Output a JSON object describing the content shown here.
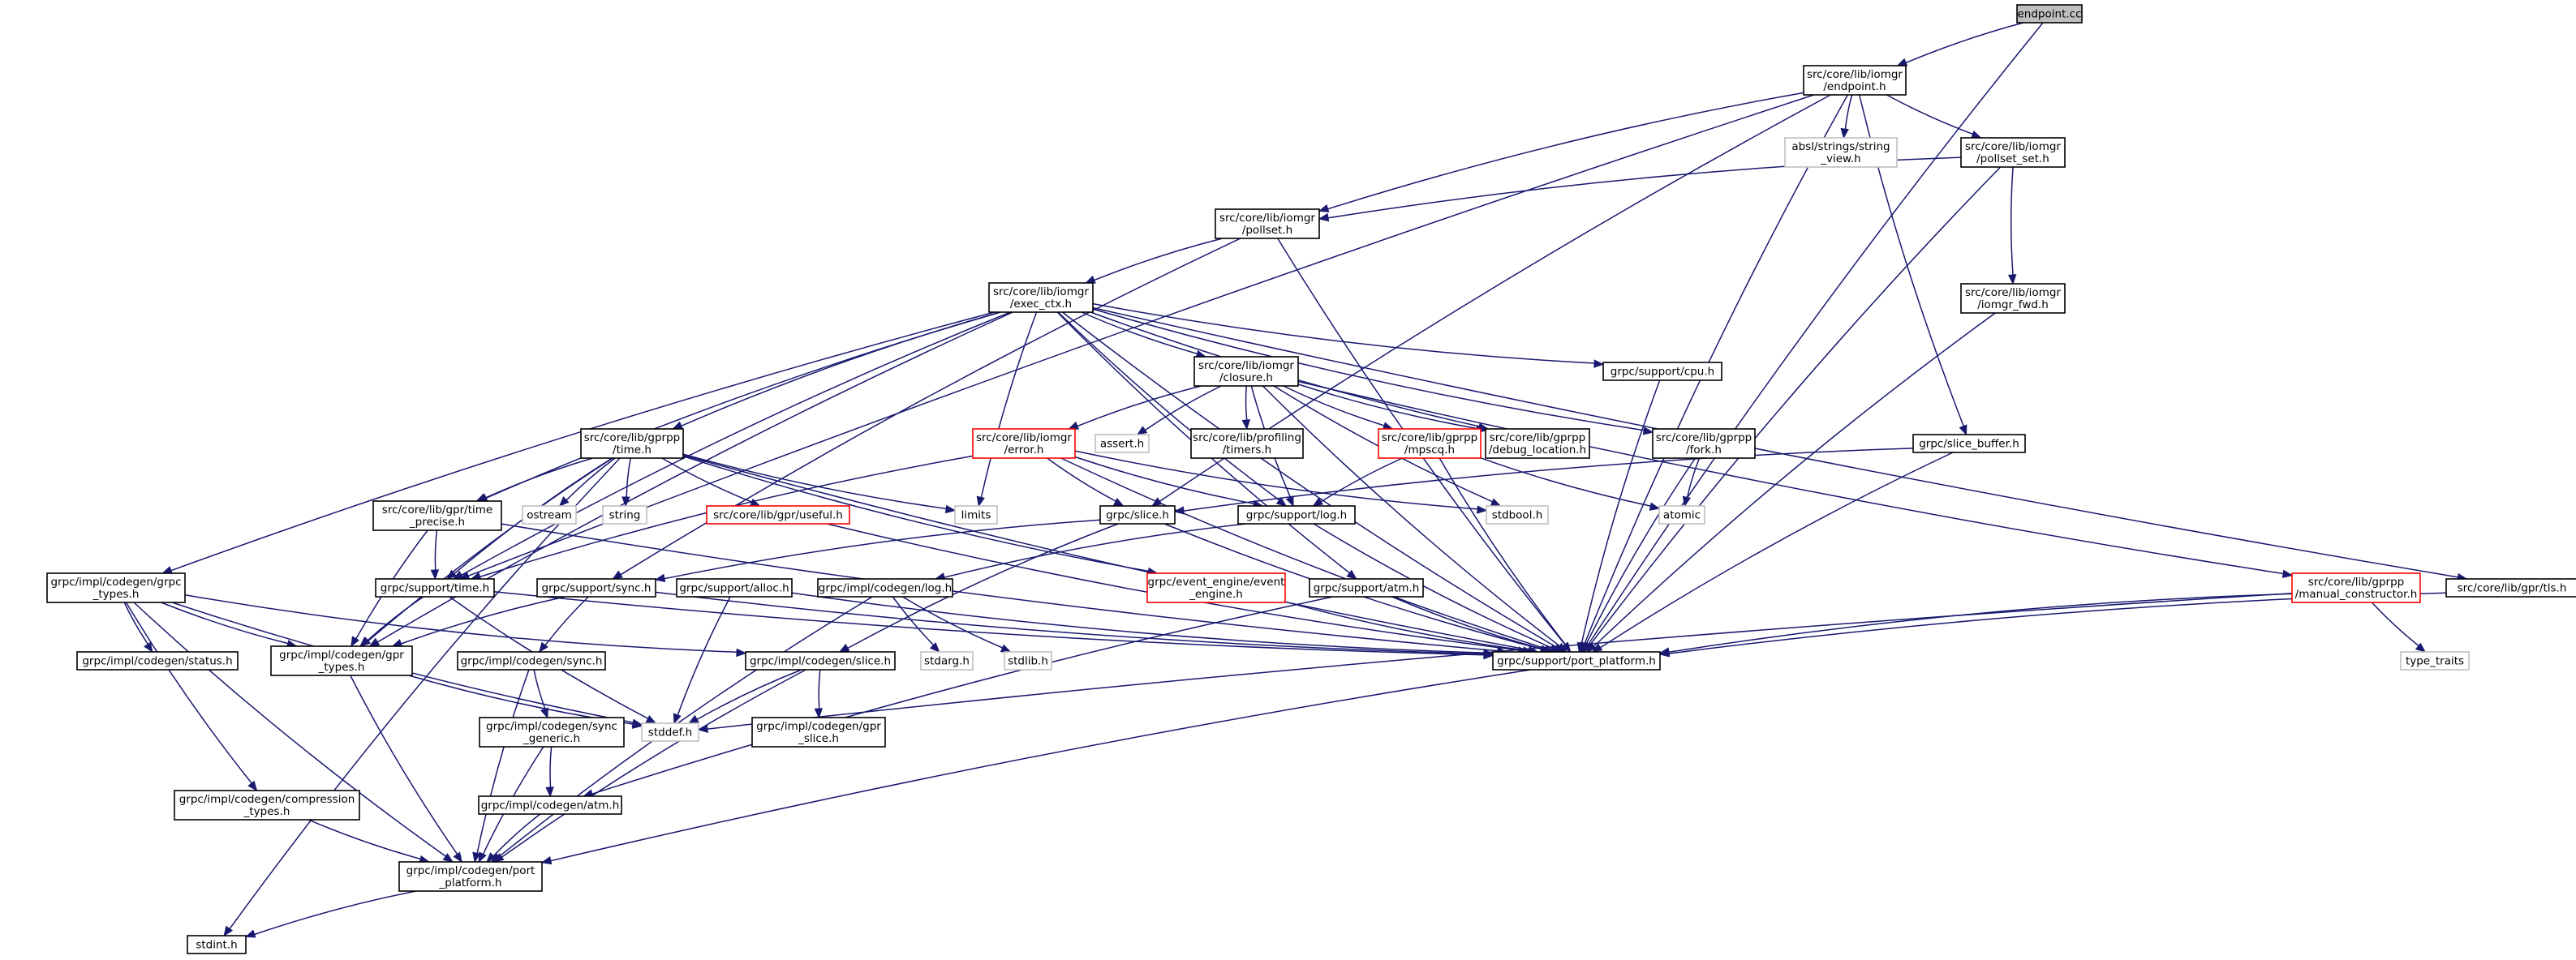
{
  "graph": {
    "root": "endpoint.cc",
    "colors": {
      "edge": "#191970",
      "root_fill": "#bfbfbf",
      "root_border": "#000000",
      "normal_border": "#000000",
      "external_border": "#bfbfbf",
      "truncated_border": "#ff0000"
    },
    "nodes": [
      {
        "id": "endpoint_cc",
        "kind": "root",
        "lines": [
          "endpoint.cc"
        ]
      },
      {
        "id": "endpoint_h",
        "kind": "normal",
        "lines": [
          "src/core/lib/iomgr",
          "/endpoint.h"
        ]
      },
      {
        "id": "absl_sv",
        "kind": "external",
        "lines": [
          "absl/strings/string",
          "_view.h"
        ]
      },
      {
        "id": "pollset_set",
        "kind": "normal",
        "lines": [
          "src/core/lib/iomgr",
          "/pollset_set.h"
        ]
      },
      {
        "id": "pollset",
        "kind": "normal",
        "lines": [
          "src/core/lib/iomgr",
          "/pollset.h"
        ]
      },
      {
        "id": "iomgr_fwd",
        "kind": "normal",
        "lines": [
          "src/core/lib/iomgr",
          "/iomgr_fwd.h"
        ]
      },
      {
        "id": "exec_ctx",
        "kind": "normal",
        "lines": [
          "src/core/lib/iomgr",
          "/exec_ctx.h"
        ]
      },
      {
        "id": "closure",
        "kind": "normal",
        "lines": [
          "src/core/lib/iomgr",
          "/closure.h"
        ]
      },
      {
        "id": "cpu",
        "kind": "normal",
        "lines": [
          "grpc/support/cpu.h"
        ]
      },
      {
        "id": "time_h",
        "kind": "normal",
        "lines": [
          "src/core/lib/gprpp",
          "/time.h"
        ]
      },
      {
        "id": "error_h",
        "kind": "truncated",
        "lines": [
          "src/core/lib/iomgr",
          "/error.h"
        ]
      },
      {
        "id": "assert_h",
        "kind": "external",
        "lines": [
          "assert.h"
        ]
      },
      {
        "id": "timers",
        "kind": "normal",
        "lines": [
          "src/core/lib/profiling",
          "/timers.h"
        ]
      },
      {
        "id": "mpscq",
        "kind": "truncated",
        "lines": [
          "src/core/lib/gprpp",
          "/mpscq.h"
        ]
      },
      {
        "id": "debug_loc",
        "kind": "normal",
        "lines": [
          "src/core/lib/gprpp",
          "/debug_location.h"
        ]
      },
      {
        "id": "fork_h",
        "kind": "normal",
        "lines": [
          "src/core/lib/gprpp",
          "/fork.h"
        ]
      },
      {
        "id": "slice_buffer",
        "kind": "normal",
        "lines": [
          "grpc/slice_buffer.h"
        ]
      },
      {
        "id": "ostream",
        "kind": "external",
        "lines": [
          "ostream"
        ]
      },
      {
        "id": "string",
        "kind": "external",
        "lines": [
          "string"
        ]
      },
      {
        "id": "useful",
        "kind": "truncated",
        "lines": [
          "src/core/lib/gpr/useful.h"
        ]
      },
      {
        "id": "limits",
        "kind": "external",
        "lines": [
          "limits"
        ]
      },
      {
        "id": "slice_h",
        "kind": "normal",
        "lines": [
          "grpc/slice.h"
        ]
      },
      {
        "id": "log_h",
        "kind": "normal",
        "lines": [
          "grpc/support/log.h"
        ]
      },
      {
        "id": "stdbool",
        "kind": "external",
        "lines": [
          "stdbool.h"
        ]
      },
      {
        "id": "atomic",
        "kind": "external",
        "lines": [
          "atomic"
        ]
      },
      {
        "id": "time_precise",
        "kind": "normal",
        "lines": [
          "src/core/lib/gpr/time",
          "_precise.h"
        ]
      },
      {
        "id": "grpc_types",
        "kind": "normal",
        "lines": [
          "grpc/impl/codegen/grpc",
          "_types.h"
        ]
      },
      {
        "id": "manual_ctor",
        "kind": "truncated",
        "lines": [
          "src/core/lib/gprpp",
          "/manual_constructor.h"
        ]
      },
      {
        "id": "tls_h",
        "kind": "normal",
        "lines": [
          "src/core/lib/gpr/tls.h"
        ]
      },
      {
        "id": "support_time",
        "kind": "normal",
        "lines": [
          "grpc/support/time.h"
        ]
      },
      {
        "id": "support_sync",
        "kind": "normal",
        "lines": [
          "grpc/support/sync.h"
        ]
      },
      {
        "id": "alloc_h",
        "kind": "normal",
        "lines": [
          "grpc/support/alloc.h"
        ]
      },
      {
        "id": "cg_log",
        "kind": "normal",
        "lines": [
          "grpc/impl/codegen/log.h"
        ]
      },
      {
        "id": "ee",
        "kind": "truncated",
        "lines": [
          "grpc/event_engine/event",
          "_engine.h"
        ]
      },
      {
        "id": "atm_h",
        "kind": "normal",
        "lines": [
          "grpc/support/atm.h"
        ]
      },
      {
        "id": "port_platform",
        "kind": "normal",
        "lines": [
          "grpc/support/port_platform.h"
        ]
      },
      {
        "id": "type_traits",
        "kind": "external",
        "lines": [
          "type_traits"
        ]
      },
      {
        "id": "status_h",
        "kind": "normal",
        "lines": [
          "grpc/impl/codegen/status.h"
        ]
      },
      {
        "id": "gpr_types",
        "kind": "normal",
        "lines": [
          "grpc/impl/codegen/gpr",
          "_types.h"
        ]
      },
      {
        "id": "cg_sync",
        "kind": "normal",
        "lines": [
          "grpc/impl/codegen/sync.h"
        ]
      },
      {
        "id": "cg_slice",
        "kind": "normal",
        "lines": [
          "grpc/impl/codegen/slice.h"
        ]
      },
      {
        "id": "stdarg",
        "kind": "external",
        "lines": [
          "stdarg.h"
        ]
      },
      {
        "id": "stdlib",
        "kind": "external",
        "lines": [
          "stdlib.h"
        ]
      },
      {
        "id": "stddef",
        "kind": "external",
        "lines": [
          "stddef.h"
        ]
      },
      {
        "id": "gpr_slice",
        "kind": "normal",
        "lines": [
          "grpc/impl/codegen/gpr",
          "_slice.h"
        ]
      },
      {
        "id": "sync_generic",
        "kind": "normal",
        "lines": [
          "grpc/impl/codegen/sync",
          "_generic.h"
        ]
      },
      {
        "id": "compression",
        "kind": "normal",
        "lines": [
          "grpc/impl/codegen/compression",
          "_types.h"
        ]
      },
      {
        "id": "cg_atm",
        "kind": "normal",
        "lines": [
          "grpc/impl/codegen/atm.h"
        ]
      },
      {
        "id": "cg_port",
        "kind": "normal",
        "lines": [
          "grpc/impl/codegen/port",
          "_platform.h"
        ]
      },
      {
        "id": "stdint",
        "kind": "normal",
        "lines": [
          "stdint.h"
        ]
      }
    ],
    "edges": [
      [
        "endpoint_cc",
        "endpoint_h"
      ],
      [
        "endpoint_cc",
        "port_platform"
      ],
      [
        "endpoint_h",
        "absl_sv"
      ],
      [
        "endpoint_h",
        "pollset_set"
      ],
      [
        "endpoint_h",
        "pollset"
      ],
      [
        "endpoint_h",
        "slice_buffer"
      ],
      [
        "endpoint_h",
        "slice_h"
      ],
      [
        "endpoint_h",
        "support_time"
      ],
      [
        "endpoint_h",
        "port_platform"
      ],
      [
        "pollset_set",
        "pollset"
      ],
      [
        "pollset_set",
        "iomgr_fwd"
      ],
      [
        "pollset_set",
        "port_platform"
      ],
      [
        "iomgr_fwd",
        "port_platform"
      ],
      [
        "pollset",
        "exec_ctx"
      ],
      [
        "pollset",
        "support_sync"
      ],
      [
        "pollset",
        "port_platform"
      ],
      [
        "exec_ctx",
        "closure"
      ],
      [
        "exec_ctx",
        "cpu"
      ],
      [
        "exec_ctx",
        "time_h"
      ],
      [
        "exec_ctx",
        "debug_loc"
      ],
      [
        "exec_ctx",
        "fork_h"
      ],
      [
        "exec_ctx",
        "limits"
      ],
      [
        "exec_ctx",
        "log_h"
      ],
      [
        "exec_ctx",
        "atm_h"
      ],
      [
        "exec_ctx",
        "time_precise"
      ],
      [
        "exec_ctx",
        "grpc_types"
      ],
      [
        "exec_ctx",
        "tls_h"
      ],
      [
        "exec_ctx",
        "support_time"
      ],
      [
        "exec_ctx",
        "gpr_types"
      ],
      [
        "exec_ctx",
        "port_platform"
      ],
      [
        "closure",
        "error_h"
      ],
      [
        "closure",
        "assert_h"
      ],
      [
        "closure",
        "timers"
      ],
      [
        "closure",
        "mpscq"
      ],
      [
        "closure",
        "debug_loc"
      ],
      [
        "closure",
        "manual_ctor"
      ],
      [
        "closure",
        "log_h"
      ],
      [
        "closure",
        "stdbool"
      ],
      [
        "closure",
        "port_platform"
      ],
      [
        "cpu",
        "port_platform"
      ],
      [
        "time_h",
        "ostream"
      ],
      [
        "time_h",
        "string"
      ],
      [
        "time_h",
        "useful"
      ],
      [
        "time_h",
        "limits"
      ],
      [
        "time_h",
        "time_precise"
      ],
      [
        "time_h",
        "support_time"
      ],
      [
        "time_h",
        "gpr_types"
      ],
      [
        "time_h",
        "port_platform"
      ],
      [
        "time_h",
        "stdint"
      ],
      [
        "time_h",
        "ee"
      ],
      [
        "error_h",
        "slice_h"
      ],
      [
        "error_h",
        "log_h"
      ],
      [
        "error_h",
        "support_time"
      ],
      [
        "error_h",
        "stdbool"
      ],
      [
        "error_h",
        "port_platform"
      ],
      [
        "mpscq",
        "log_h"
      ],
      [
        "mpscq",
        "atomic"
      ],
      [
        "mpscq",
        "port_platform"
      ],
      [
        "fork_h",
        "atomic"
      ],
      [
        "fork_h",
        "port_platform"
      ],
      [
        "slice_buffer",
        "slice_h"
      ],
      [
        "slice_buffer",
        "port_platform"
      ],
      [
        "useful",
        "port_platform"
      ],
      [
        "slice_h",
        "support_sync"
      ],
      [
        "slice_h",
        "cg_slice"
      ],
      [
        "slice_h",
        "port_platform"
      ],
      [
        "log_h",
        "cg_log"
      ],
      [
        "log_h",
        "port_platform"
      ],
      [
        "time_precise",
        "support_time"
      ],
      [
        "time_precise",
        "gpr_types"
      ],
      [
        "time_precise",
        "port_platform"
      ],
      [
        "grpc_types",
        "gpr_types"
      ],
      [
        "grpc_types",
        "status_h"
      ],
      [
        "grpc_types",
        "cg_slice"
      ],
      [
        "grpc_types",
        "compression"
      ],
      [
        "grpc_types",
        "cg_port"
      ],
      [
        "grpc_types",
        "stddef"
      ],
      [
        "manual_ctor",
        "stddef"
      ],
      [
        "manual_ctor",
        "type_traits"
      ],
      [
        "manual_ctor",
        "port_platform"
      ],
      [
        "tls_h",
        "port_platform"
      ],
      [
        "support_time",
        "gpr_types"
      ],
      [
        "support_time",
        "stddef"
      ],
      [
        "support_time",
        "port_platform"
      ],
      [
        "support_sync",
        "cg_sync"
      ],
      [
        "support_sync",
        "gpr_types"
      ],
      [
        "support_sync",
        "port_platform"
      ],
      [
        "alloc_h",
        "stddef"
      ],
      [
        "alloc_h",
        "port_platform"
      ],
      [
        "cg_log",
        "stdarg"
      ],
      [
        "cg_log",
        "stdlib"
      ],
      [
        "cg_log",
        "cg_port"
      ],
      [
        "ee",
        "port_platform"
      ],
      [
        "atm_h",
        "cg_atm"
      ],
      [
        "atm_h",
        "port_platform"
      ],
      [
        "port_platform",
        "cg_port"
      ],
      [
        "gpr_types",
        "stddef"
      ],
      [
        "gpr_types",
        "cg_port"
      ],
      [
        "cg_sync",
        "sync_generic"
      ],
      [
        "cg_sync",
        "cg_port"
      ],
      [
        "cg_slice",
        "gpr_slice"
      ],
      [
        "cg_slice",
        "stddef"
      ],
      [
        "cg_slice",
        "cg_port"
      ],
      [
        "sync_generic",
        "cg_atm"
      ],
      [
        "sync_generic",
        "cg_port"
      ],
      [
        "compression",
        "cg_port"
      ],
      [
        "cg_atm",
        "cg_port"
      ],
      [
        "cg_port",
        "stdint"
      ]
    ]
  }
}
